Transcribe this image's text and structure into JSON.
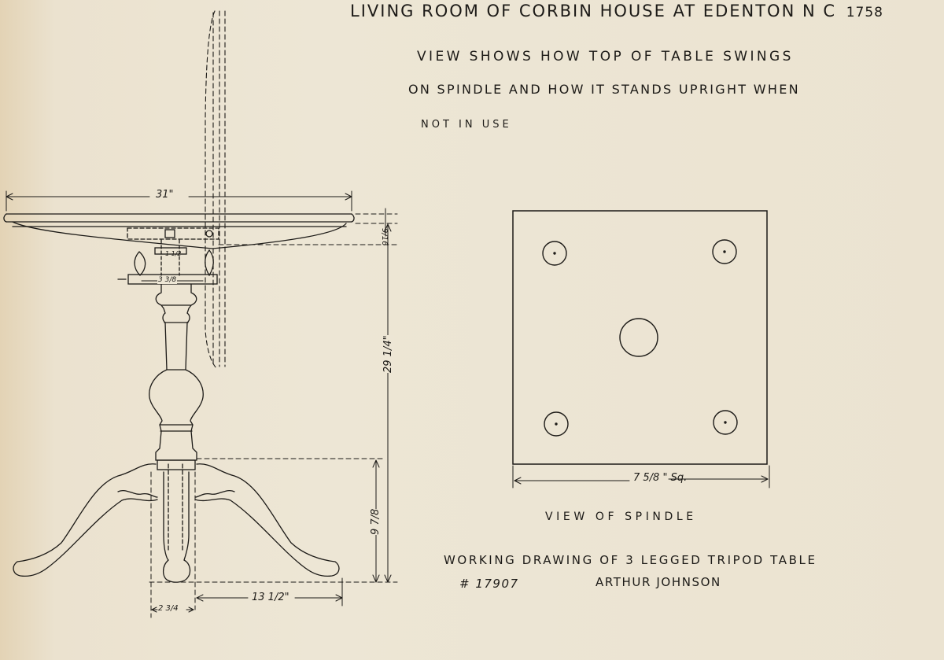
{
  "title": {
    "text": "LIVING ROOM OF CORBIN HOUSE AT EDENTON N C",
    "year": "1758"
  },
  "description": {
    "line1": "VIEW SHOWS HOW TOP OF TABLE SWINGS",
    "line2": "ON SPINDLE AND HOW IT STANDS UPRIGHT WHEN",
    "line3": "NOT IN USE"
  },
  "dimensions": {
    "top_width": "31\"",
    "top_thickness": "9/16",
    "block_width": "3 3/8",
    "block_inner": "1 1/2",
    "total_height": "29 1/4\"",
    "leg_height": "9 7/8",
    "leg_spread": "13 1/2\"",
    "foot_width": "2 3/4",
    "spindle_width": "7 5/8 \" Sq."
  },
  "spindle_view_label": "VIEW OF SPINDLE",
  "caption": {
    "work_title": "WORKING DRAWING OF 3 LEGGED TRIPOD TABLE",
    "plate_number": "# 17907",
    "artist": "ARTHUR JOHNSON"
  },
  "colors": {
    "paper": "#ebe3d0",
    "ink": "#1c1a17"
  }
}
